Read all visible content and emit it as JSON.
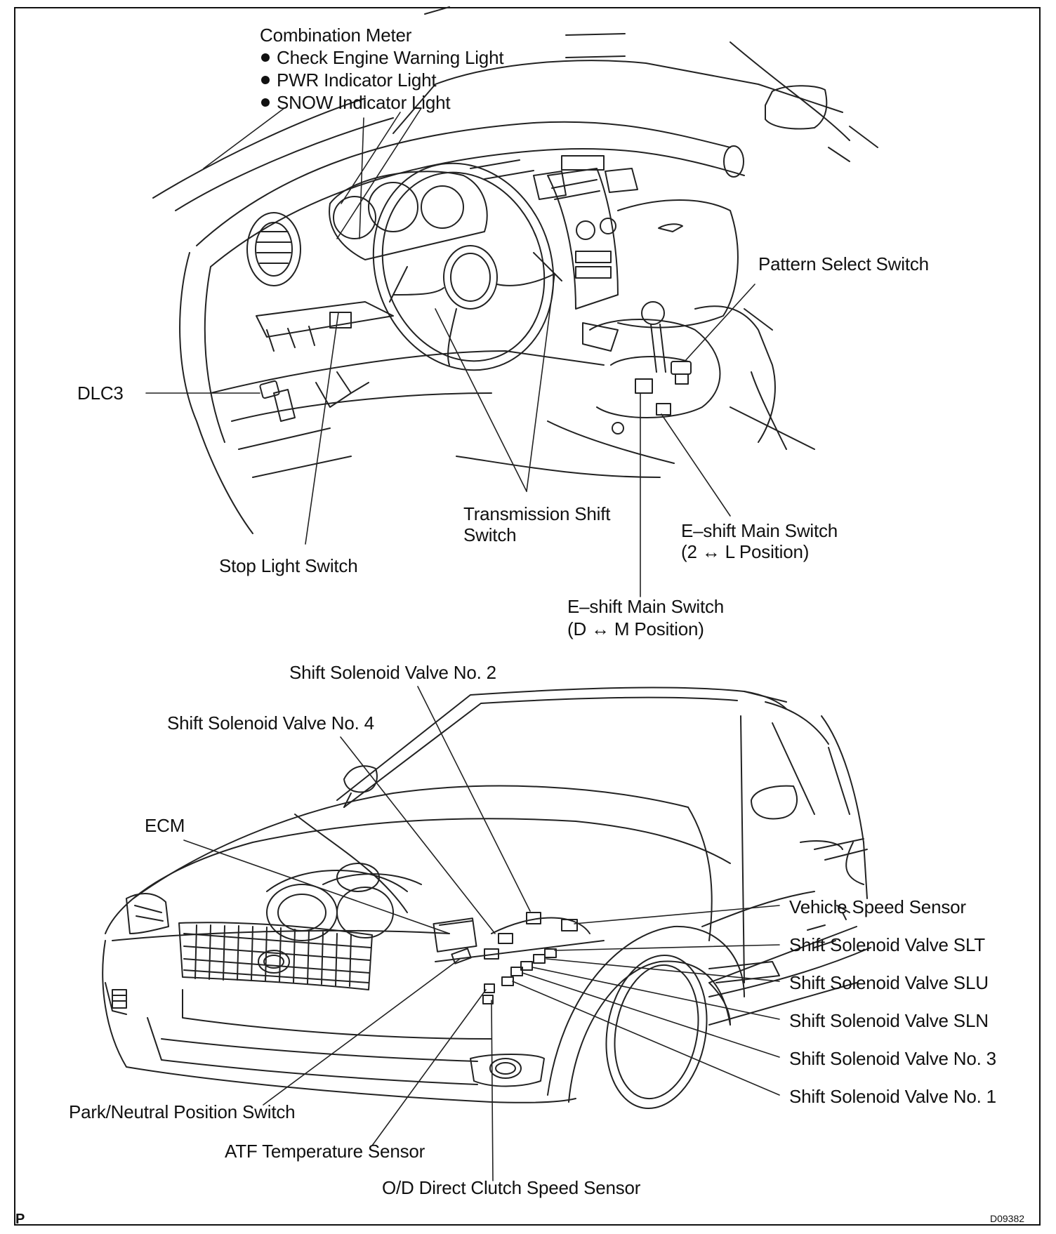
{
  "labels": {
    "combination_meter": "Combination Meter",
    "check_engine": "Check Engine Warning Light",
    "pwr_indicator": "PWR Indicator Light",
    "snow_indicator": "SNOW Indicator Light",
    "pattern_select": "Pattern Select Switch",
    "dlc3": "DLC3",
    "transmission_shift_l1": "Transmission Shift",
    "transmission_shift_l2": "Switch",
    "eshift_2l_l1": "E–shift Main Switch",
    "eshift_2l_l2": "(2 ↔ L Position)",
    "stop_light": "Stop Light Switch",
    "eshift_dm_l1": "E–shift Main Switch",
    "eshift_dm_l2": "(D ↔ M Position)",
    "ssv2": "Shift Solenoid Valve No. 2",
    "ssv4": "Shift Solenoid Valve No. 4",
    "ecm": "ECM",
    "vss": "Vehicle Speed Sensor",
    "slt": "Shift Solenoid Valve SLT",
    "slu": "Shift Solenoid Valve SLU",
    "sln": "Shift Solenoid Valve SLN",
    "ssv3": "Shift Solenoid Valve No. 3",
    "ssv1": "Shift Solenoid Valve No. 1",
    "pnp": "Park/Neutral Position Switch",
    "atf": "ATF Temperature Sensor",
    "od": "O/D Direct Clutch Speed Sensor"
  },
  "footer": {
    "left_mark": "P",
    "figure_code": "D09382"
  }
}
